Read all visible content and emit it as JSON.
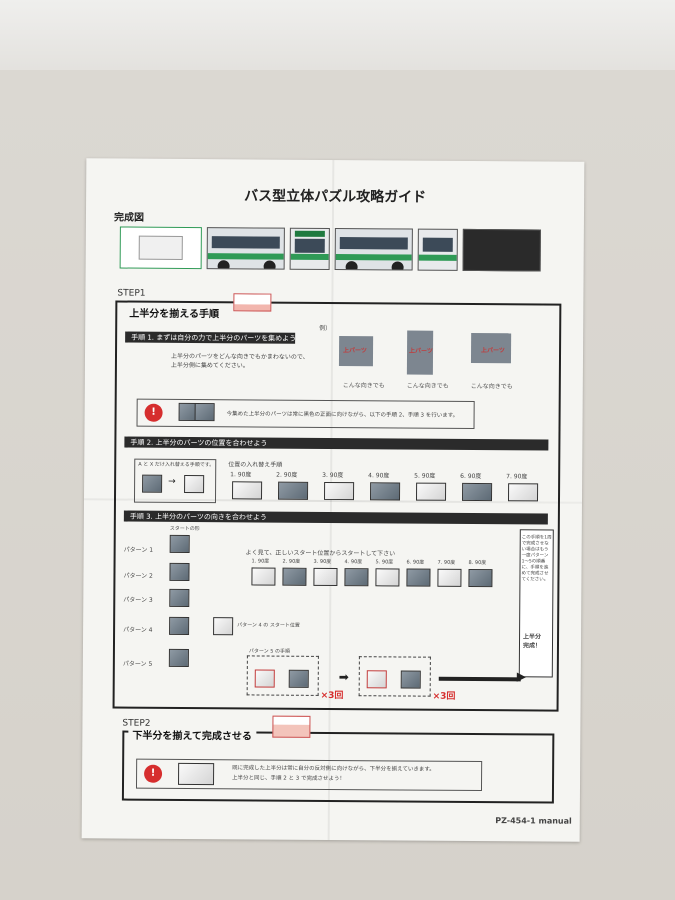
{
  "sheet": {
    "title": "バス型立体パズル攻略ガイド",
    "completed_label": "完成図",
    "step1_label": "STEP1",
    "step1_heading": "上半分を揃える手順",
    "proc1_bar": "手順 1. まずは自分の力で上半分のパーツを集めよう",
    "proc1_text_1": "上半分のパーツをどんな向きでもかまわないので、",
    "proc1_text_2": "上半分側に集めてください。",
    "example_label": "例）",
    "parts_label_1": "上パーツ",
    "parts_label_2": "上パーツ",
    "parts_label_3": "上パーツ",
    "caption_1": "こんな向きでも",
    "caption_2": "こんな向きでも",
    "caption_3": "こんな向きでも",
    "point_note": "今集めた上半分のパーツは常に黒色の正面に向けながら、以下の手順 2、手順 3 を行います。",
    "proc2_bar": "手順 2. 上半分のパーツの位置を合わせよう",
    "proc2_caption": "A と X だけ入れ替える手順です。",
    "proc2_swap": "位置の入れ替え手順",
    "steps_1": [
      "1. 90度",
      "2. 90度",
      "3. 90度",
      "4. 90度",
      "5. 90度",
      "6. 90度",
      "7. 90度"
    ],
    "proc3_bar": "手順 3. 上半分のパーツの向きを合わせよう",
    "start_label": "スタートの形",
    "pattern_1": "パターン 1",
    "pattern_2": "パターン 2",
    "pattern_3": "パターン 3",
    "pattern_4": "パターン 4",
    "pattern_5": "パターン 5",
    "start_note": "よく見て、正しいスタート位置からスタートして下さい",
    "pattern4_note": "パターン 4 の\nスタート位置",
    "pattern5_title": "パターン 5 の手順",
    "right_note": "この手順を1周で完成させない場合はもう一度パターン1〜5の順番に、手順を進めて完成させてください。",
    "done_label": "上半分\n完成！",
    "times_1": "×3回",
    "times_2": "×3回",
    "step2_label": "STEP2",
    "step2_heading": "下半分を揃えて完成させる",
    "step2_text_1": "既に完成した上半分は常に自分の反対側に向けながら、下半分を揃えていきます。",
    "step2_text_2": "上半分と同じ、手順 2 と 3 で完成させよう！",
    "manual_code": "PZ-454-1 manual"
  },
  "colors": {
    "accent_red": "#d62e2e",
    "bus_green": "#2f9a56",
    "bar_dark": "#2b2b2b"
  },
  "icons": [
    "point-icon",
    "bus-image",
    "cube-icon",
    "arrow-icon"
  ]
}
